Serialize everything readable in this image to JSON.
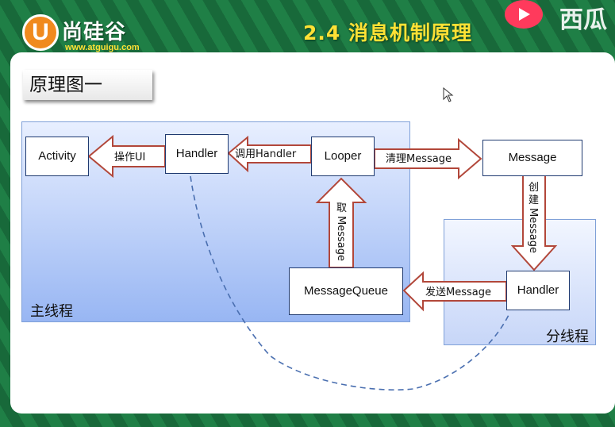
{
  "header": {
    "title": "2.4 消息机制原理",
    "logo_letter": "U",
    "logo_text": "尚硅谷",
    "logo_url": "www.atguigu.com",
    "video_text": "西瓜"
  },
  "slide": {
    "section_title": "原理图一"
  },
  "diagram": {
    "regions": {
      "main_thread": "主线程",
      "sub_thread": "分线程"
    },
    "nodes": {
      "activity": "Activity",
      "handler_main": "Handler",
      "looper": "Looper",
      "message": "Message",
      "message_queue": "MessageQueue",
      "handler_sub": "Handler"
    },
    "edges": {
      "operate_ui": "操作UI",
      "call_handler": "调用Handler",
      "clean_message": "清理Message",
      "create_message_chars": [
        "创",
        "建"
      ],
      "create_message_word": "Message",
      "take_message_char": "取",
      "take_message_word": "Message",
      "send_message": "发送Message"
    }
  },
  "colors": {
    "arrow_fill": "#ffffff",
    "arrow_stroke": "#b2473a",
    "dashed_line": "#4a6fb0",
    "title_yellow": "#ffe135"
  }
}
